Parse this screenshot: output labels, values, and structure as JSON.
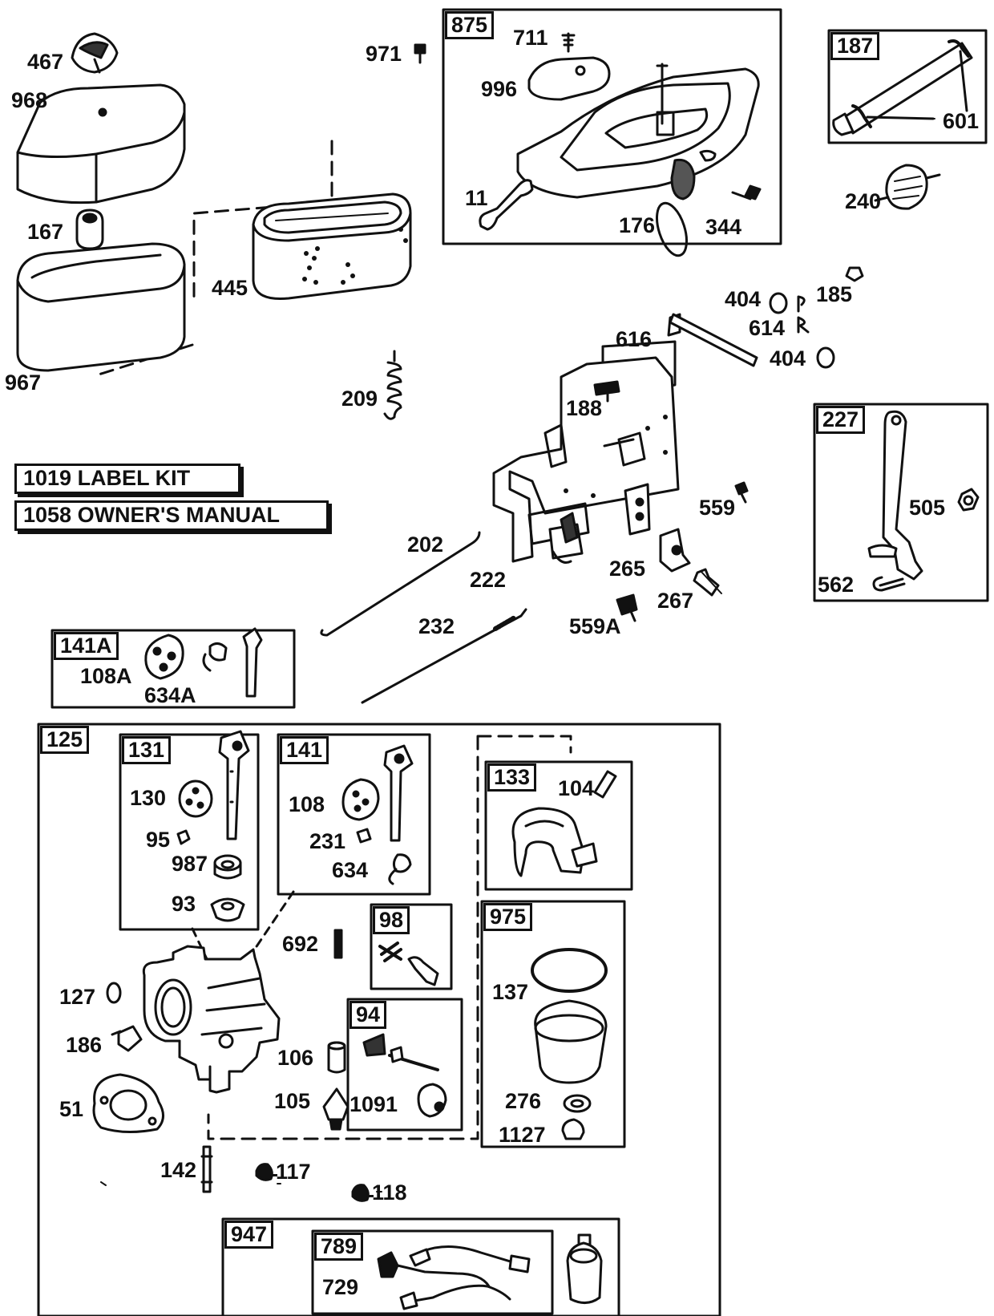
{
  "kits": {
    "label_kit": "1019 LABEL KIT",
    "owners_manual": "1058 OWNER'S MANUAL"
  },
  "groups": {
    "g875": "875",
    "g187": "187",
    "g227": "227",
    "g141A": "141A",
    "g125": "125",
    "g131": "131",
    "g141": "141",
    "g133": "133",
    "g975": "975",
    "g98": "98",
    "g94": "94",
    "g947": "947",
    "g789": "789"
  },
  "parts": {
    "p467": "467",
    "p968": "968",
    "p167": "167",
    "p967": "967",
    "p445": "445",
    "p209": "209",
    "p971": "971",
    "p711": "711",
    "p996": "996",
    "p11": "11",
    "p176": "176",
    "p344": "344",
    "p601": "601",
    "p240": "240",
    "p404a": "404",
    "p185": "185",
    "p614": "614",
    "p616": "616",
    "p404b": "404",
    "p188": "188",
    "p559": "559",
    "p505": "505",
    "p562": "562",
    "p202": "202",
    "p222": "222",
    "p265": "265",
    "p267": "267",
    "p232": "232",
    "p559A": "559A",
    "p108A": "108A",
    "p634A": "634A",
    "p130": "130",
    "p95": "95",
    "p987": "987",
    "p93": "93",
    "p108": "108",
    "p231": "231",
    "p634": "634",
    "p104": "104",
    "p692": "692",
    "p137": "137",
    "p127": "127",
    "p186": "186",
    "p106": "106",
    "p105": "105",
    "p1091": "1091",
    "p51": "51",
    "p276": "276",
    "p1127": "1127",
    "p142": "142",
    "p117": "117",
    "p118": "118",
    "p729": "729"
  }
}
